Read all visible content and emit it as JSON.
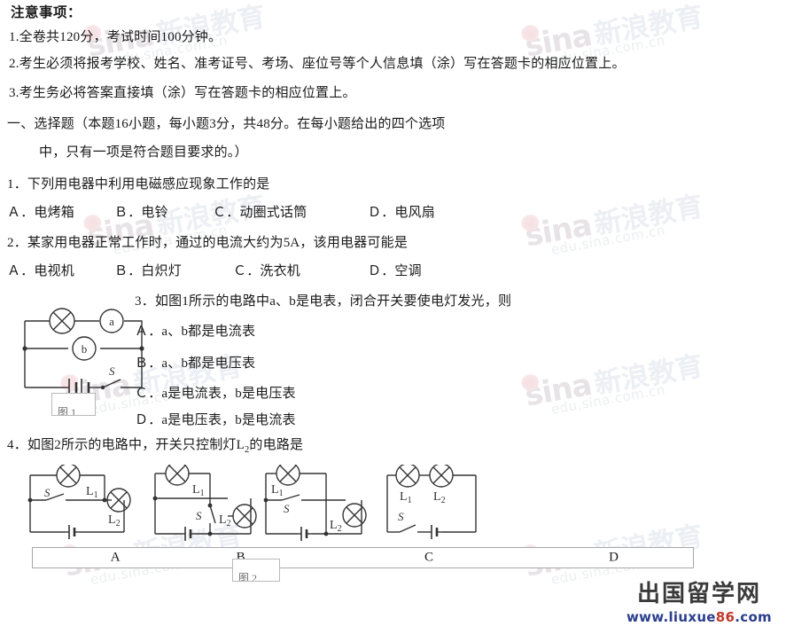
{
  "notice": {
    "title": "注意事项：",
    "lines": [
      "1.全卷共120分，考试时间100分钟。",
      "2.考生必须将报考学校、姓名、准考证号、考场、座位号等个人信息填（涂）写在答题卡的相应位置上。",
      "3.考生务必将答案直接填（涂）写在答题卡的相应位置上。"
    ]
  },
  "section": {
    "line1": "一、选择题（本题16小题，每小题3分，共48分。在每小题给出的四个选项",
    "line2": "中，只有一项是符合题目要求的。）"
  },
  "questions": [
    {
      "stem": "1．下列用电器中利用电磁感应现象工作的是",
      "options": [
        "Ａ．电烤箱",
        "Ｂ．电铃",
        "Ｃ．动圈式话筒",
        "Ｄ．电风扇"
      ]
    },
    {
      "stem": "2．某家用电器正常工作时，通过的电流大约为5A，该用电器可能是",
      "options": [
        "Ａ．电视机",
        "Ｂ．白炽灯",
        "Ｃ．洗衣机",
        "Ｄ．空调"
      ]
    },
    {
      "stem": "3．如图1所示的电路中a、b是电表，闭合开关要使电灯发光，则",
      "options": [
        "Ａ．a、b都是电流表",
        "Ｂ．a、b都是电压表",
        "Ｃ．a是电流表，b是电压表",
        "Ｄ．a是电压表，b是电流表"
      ]
    },
    {
      "stem": "4．如图2所示的电路中，开关只控制灯L2的电路是",
      "options": []
    }
  ],
  "figure1": {
    "caption": "图 1",
    "meter_a": "a",
    "meter_b": "b",
    "switch": "S"
  },
  "figure2": {
    "caption": "图 2",
    "circuits": [
      {
        "key": "A",
        "lamp1": "L",
        "lamp1_sub": "1",
        "lamp2": "L",
        "lamp2_sub": "2",
        "switch": "S"
      },
      {
        "key": "B",
        "lamp1": "L",
        "lamp1_sub": "1",
        "lamp2": "L",
        "lamp2_sub": "2",
        "switch": "S"
      },
      {
        "key": "C",
        "lamp1": "L",
        "lamp1_sub": "1",
        "lamp2": "L",
        "lamp2_sub": "2",
        "switch": "S"
      },
      {
        "key": "D",
        "lamp1": "L",
        "lamp1_sub": "1",
        "lamp2": "L",
        "lamp2_sub": "2",
        "switch": "S"
      }
    ],
    "answer_labels": [
      "A",
      "B",
      "C",
      "D"
    ]
  },
  "watermarks": {
    "sina_logo": "sina",
    "sina_cn": "新浪教育",
    "sina_url": "edu.sina.com.cn"
  },
  "brand": {
    "cn": "出国留学网",
    "url_pre": "www.liuxue",
    "url_hl": "86",
    "url_post": ".com"
  },
  "colors": {
    "text": "#1a1a1a",
    "watermark": "#ebe8ea",
    "brand_cn": "#3a3a3a",
    "brand_url": "#2b3f8c",
    "brand_url_hl": "#c0392b",
    "rule": "#a7a7a7"
  }
}
